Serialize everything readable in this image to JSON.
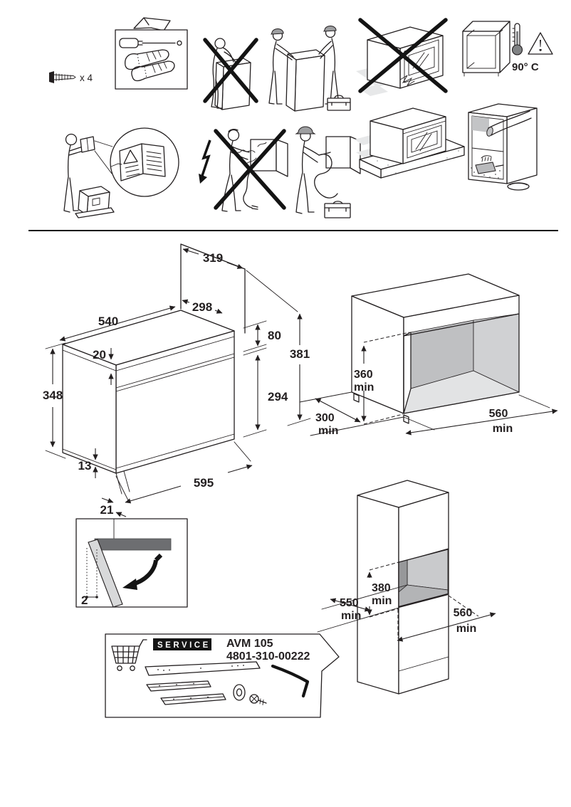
{
  "colors": {
    "ink": "#231f20",
    "cross_black": "#141414",
    "gray_light": "#d9dadb",
    "gray_mid": "#bfc0c2",
    "gray_dark": "#6d6e71",
    "bulb_gray": "#808284",
    "niche_back": "#bfc0c2",
    "niche_floor": "#e2e3e4"
  },
  "header_pictograms": {
    "screw_quantity": "x 4",
    "cabinet_max_temp": "90° C"
  },
  "oven_drawing": {
    "dims": {
      "top_depth": "319",
      "upper_depth": "298",
      "top_width": "540",
      "top_thickness": "20",
      "control_panel_height": "80",
      "total_height": "381",
      "door_height": "294",
      "body_height": "348",
      "base_height": "13",
      "front_width": "595",
      "base_inset": "21"
    }
  },
  "wall_niche_drawing": {
    "height": {
      "value": "360",
      "unit": "min"
    },
    "depth": {
      "value": "300",
      "unit": "min"
    },
    "width": {
      "value": "560",
      "unit": "min"
    }
  },
  "door_detail_drawing": {
    "clearance": "2"
  },
  "column_niche_drawing": {
    "height": {
      "value": "380",
      "unit": "min"
    },
    "depth": {
      "value": "550",
      "unit": "min"
    },
    "width": {
      "value": "560",
      "unit": "min"
    }
  },
  "service_panel": {
    "label": "SERVICE",
    "model": "AVM 105",
    "part_number": "4801-310-00222"
  }
}
